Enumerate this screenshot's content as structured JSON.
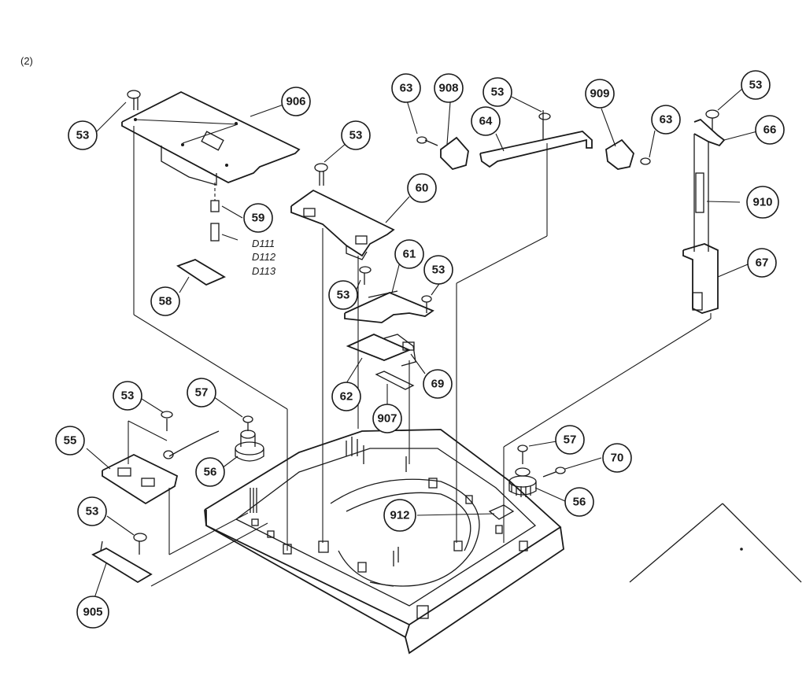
{
  "figure_label": "(2)",
  "diode_labels": [
    "D111",
    "D112",
    "D113"
  ],
  "callouts": [
    {
      "id": "c53a",
      "text": "53"
    },
    {
      "id": "c906",
      "text": "906"
    },
    {
      "id": "c53b",
      "text": "53"
    },
    {
      "id": "c63a",
      "text": "63"
    },
    {
      "id": "c908",
      "text": "908"
    },
    {
      "id": "c53c",
      "text": "53"
    },
    {
      "id": "c64",
      "text": "64"
    },
    {
      "id": "c909",
      "text": "909"
    },
    {
      "id": "c63b",
      "text": "63"
    },
    {
      "id": "c53d",
      "text": "53"
    },
    {
      "id": "c66",
      "text": "66"
    },
    {
      "id": "c60",
      "text": "60"
    },
    {
      "id": "c59",
      "text": "59"
    },
    {
      "id": "c910",
      "text": "910"
    },
    {
      "id": "c61",
      "text": "61"
    },
    {
      "id": "c53e",
      "text": "53"
    },
    {
      "id": "c53f",
      "text": "53"
    },
    {
      "id": "c67",
      "text": "67"
    },
    {
      "id": "c58",
      "text": "58"
    },
    {
      "id": "c69",
      "text": "69"
    },
    {
      "id": "c62",
      "text": "62"
    },
    {
      "id": "c53g",
      "text": "53"
    },
    {
      "id": "c57a",
      "text": "57"
    },
    {
      "id": "c907",
      "text": "907"
    },
    {
      "id": "c55",
      "text": "55"
    },
    {
      "id": "c56a",
      "text": "56"
    },
    {
      "id": "c57b",
      "text": "57"
    },
    {
      "id": "c70",
      "text": "70"
    },
    {
      "id": "c53h",
      "text": "53"
    },
    {
      "id": "c56b",
      "text": "56"
    },
    {
      "id": "c912",
      "text": "912"
    },
    {
      "id": "c905",
      "text": "905"
    }
  ]
}
